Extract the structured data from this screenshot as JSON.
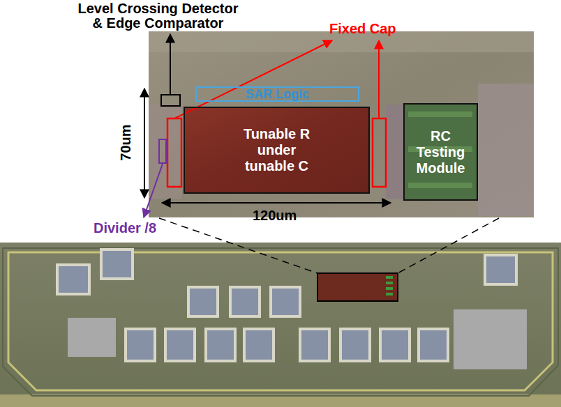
{
  "diagram": {
    "nodes": [
      {
        "text": [
          "SAR Logic"
        ]
      },
      {
        "text": [
          "Tunable R under tunable C"
        ]
      },
      {
        "text": [
          "RC Testing Module"
        ]
      }
    ],
    "labels": [
      "Level Crossing Detector & Edge Comparator",
      "Fixed Cap",
      "Divider /8",
      "70um",
      "120um"
    ]
  }
}
